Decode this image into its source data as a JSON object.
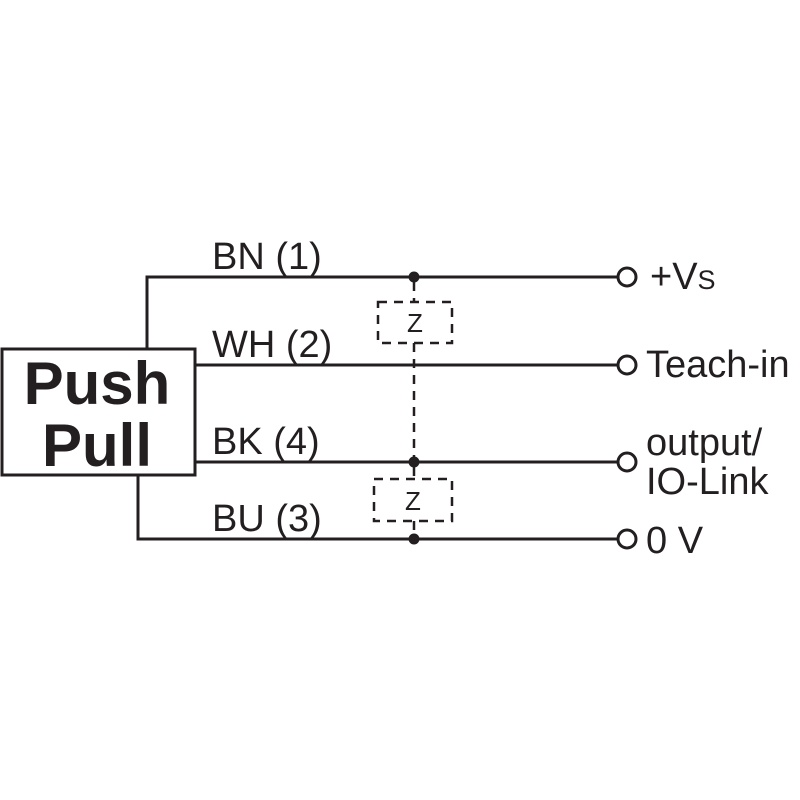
{
  "device": {
    "line1": "Push",
    "line2": "Pull"
  },
  "wires": [
    {
      "id": "bn",
      "label": "BN (1)",
      "terminal": "+V",
      "terminal_sub": "S"
    },
    {
      "id": "wh",
      "label": "WH (2)",
      "terminal": "Teach-in"
    },
    {
      "id": "bk",
      "label": "BK (4)",
      "terminal_line1": "output/",
      "terminal_line2": "IO-Link"
    },
    {
      "id": "bu",
      "label": "BU (3)",
      "terminal": "0 V"
    }
  ],
  "loads": [
    {
      "id": "z-top",
      "label": "Z"
    },
    {
      "id": "z-bottom",
      "label": "Z"
    }
  ],
  "colors": {
    "ink": "#231f20",
    "background": "#ffffff"
  }
}
